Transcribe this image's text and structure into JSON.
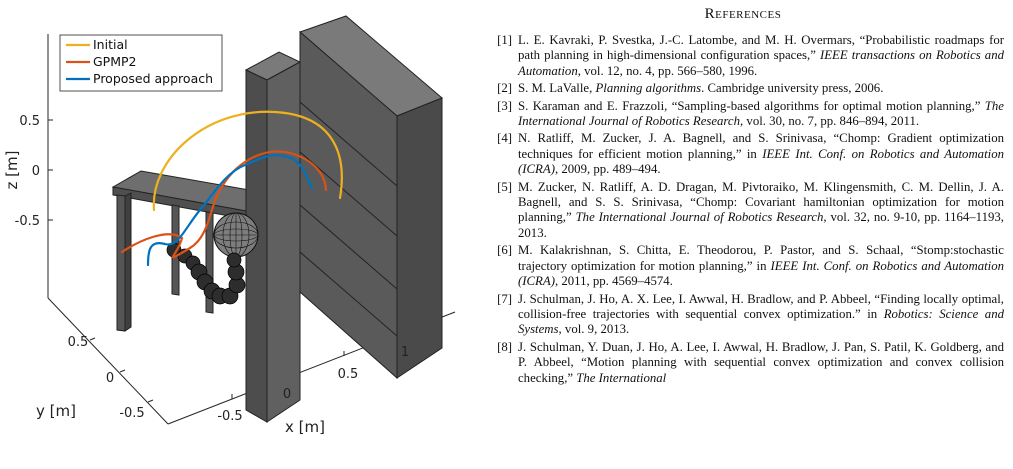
{
  "figure": {
    "legend": [
      {
        "label": "Initial",
        "color": "#EDB120"
      },
      {
        "label": "GPMP2",
        "color": "#D95319"
      },
      {
        "label": "Proposed approach",
        "color": "#0072BD"
      }
    ],
    "z_axis": {
      "label": "z [m]",
      "ticks": [
        "0.5",
        "0",
        "-0.5"
      ]
    },
    "y_axis": {
      "label": "y [m]",
      "ticks": [
        "0.5",
        "0",
        "-0.5"
      ]
    },
    "x_axis": {
      "label": "x [m]",
      "ticks": [
        "-0.5",
        "0",
        "0.5",
        "1"
      ]
    }
  },
  "references": {
    "title": "References",
    "items": [
      {
        "num": "[1]",
        "pre": "L. E. Kavraki, P. Svestka, J.-C. Latombe, and M. H. Overmars, “Probabilistic roadmaps for path planning in high-dimensional configuration spaces,” ",
        "venue": "IEEE transactions on Robotics and Automation",
        "post": ", vol. 12, no. 4, pp. 566–580, 1996."
      },
      {
        "num": "[2]",
        "pre": "S. M. LaValle, ",
        "venue": "Planning algorithms",
        "post": ".  Cambridge university press, 2006."
      },
      {
        "num": "[3]",
        "pre": "S. Karaman and E. Frazzoli, “Sampling-based algorithms for optimal motion planning,” ",
        "venue": "The International Journal of Robotics Research",
        "post": ", vol. 30, no. 7, pp. 846–894, 2011."
      },
      {
        "num": "[4]",
        "pre": "N. Ratliff, M. Zucker, J. A. Bagnell, and S. Srinivasa, “Chomp: Gradient optimization techniques for efficient motion planning,” in ",
        "venue": "IEEE Int. Conf. on Robotics and Automation (ICRA)",
        "post": ", 2009, pp. 489–494."
      },
      {
        "num": "[5]",
        "pre": "M. Zucker, N. Ratliff, A. D. Dragan, M. Pivtoraiko, M. Klingensmith, C. M. Dellin, J. A. Bagnell, and S. S. Srinivasa, “Chomp: Covariant hamiltonian optimization for motion planning,” ",
        "venue": "The International Journal of Robotics Research",
        "post": ", vol. 32, no. 9-10, pp. 1164–1193, 2013."
      },
      {
        "num": "[6]",
        "pre": "M. Kalakrishnan, S. Chitta, E. Theodorou, P. Pastor, and S. Schaal, “Stomp:stochastic trajectory optimization for motion planning,” in ",
        "venue": "IEEE Int. Conf. on Robotics and Automation (ICRA)",
        "post": ", 2011, pp. 4569–4574."
      },
      {
        "num": "[7]",
        "pre": "J. Schulman, J. Ho, A. X. Lee, I. Awwal, H. Bradlow, and P. Abbeel, “Finding locally optimal, collision-free trajectories with sequential convex optimization.” in ",
        "venue": "Robotics: Science and Systems",
        "post": ", vol. 9, 2013."
      },
      {
        "num": "[8]",
        "pre": "J. Schulman, Y. Duan, J. Ho, A. Lee, I. Awwal, H. Bradlow, J. Pan, S. Patil, K. Goldberg, and P. Abbeel, “Motion planning with sequential convex optimization and convex collision checking,” ",
        "venue": "The International",
        "post": ""
      }
    ]
  }
}
